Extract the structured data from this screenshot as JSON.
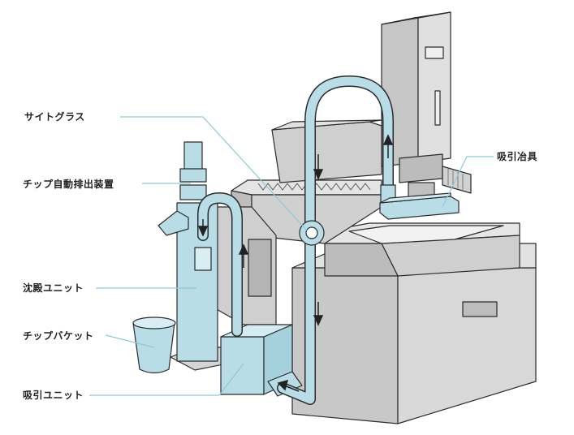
{
  "labels": {
    "sight_glass": "サイトグラス",
    "chip_discharge": "チップ自動排出装置",
    "settling_unit": "沈殿ユニット",
    "chip_bucket": "チップバケット",
    "suction_unit": "吸引ユニット",
    "suction_jig": "吸引冶具"
  },
  "colors": {
    "machine_light": "#dcdcdc",
    "machine_mid": "#c4c4c4",
    "machine_dark": "#9c9c9c",
    "pipe": "#b8dde6",
    "pipe_edge": "#2b2b2b",
    "leader": "#8ec9d6"
  }
}
